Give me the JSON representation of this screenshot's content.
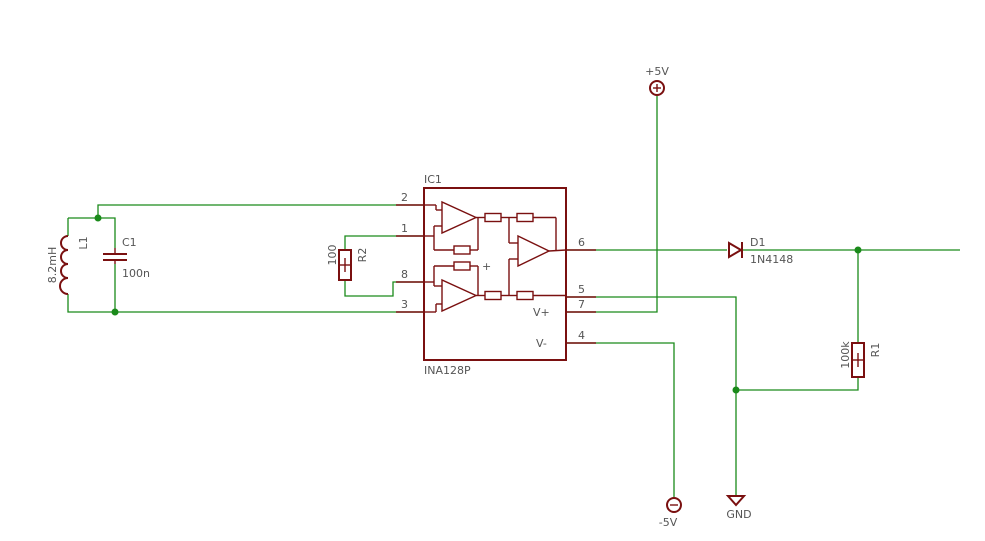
{
  "components": {
    "ic": {
      "name": "IC1",
      "value": "INA128P",
      "plus_sign": "+"
    },
    "l1": {
      "name": "L1",
      "value": "8.2mH"
    },
    "c1": {
      "name": "C1",
      "value": "100n"
    },
    "r2": {
      "name": "R2",
      "value": "100"
    },
    "d1": {
      "name": "D1",
      "value": "1N4148"
    },
    "r1": {
      "name": "R1",
      "value": "100k"
    }
  },
  "pins": {
    "p2": "2",
    "p1": "1",
    "p8": "8",
    "p3": "3",
    "p6": "6",
    "p5": "5",
    "p7": "7",
    "p4": "4"
  },
  "ic_pin_names": {
    "vplus": "V+",
    "vminus": "V-"
  },
  "supplies": {
    "pos": "+5V",
    "neg": "-5V",
    "gnd": "GND"
  }
}
